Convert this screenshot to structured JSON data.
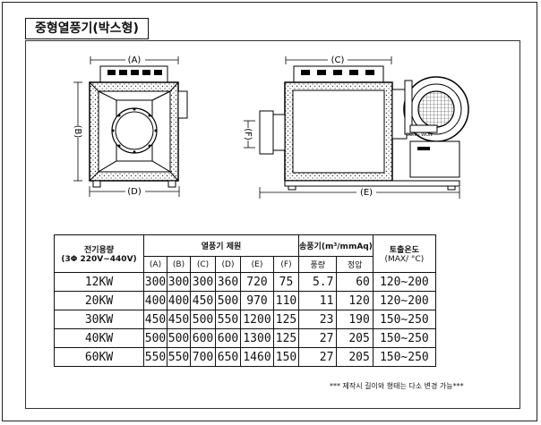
{
  "title": "중형열풍기(박스형)",
  "diagram": {
    "labels": {
      "a": "(A)",
      "b": "(B)",
      "c": "(C)",
      "d": "(D)",
      "e": "(E)",
      "f": "(F)"
    },
    "motor_label": "DONG WON"
  },
  "table": {
    "power_header": "전기용량",
    "power_sub": "(3Φ 220V~440V)",
    "dims_header": "열풍기 제원",
    "blower_header": "송풍기(m³/mmAq)",
    "temp_header": "토출온도",
    "temp_sub": "(MAX/ °C)",
    "dim_cols": [
      "(A)",
      "(B)",
      "(C)",
      "(D)",
      "(E)",
      "(F)"
    ],
    "blower_cols": [
      "풍량",
      "정압"
    ],
    "rows": [
      {
        "power": "12KW",
        "a": "300",
        "b": "300",
        "c": "300",
        "d": "360",
        "e": "720",
        "f": "75",
        "flow": "5.7",
        "pressure": "60",
        "temp": "120~200"
      },
      {
        "power": "20KW",
        "a": "400",
        "b": "400",
        "c": "450",
        "d": "500",
        "e": "970",
        "f": "110",
        "flow": "11",
        "pressure": "120",
        "temp": "120~200"
      },
      {
        "power": "30KW",
        "a": "450",
        "b": "450",
        "c": "500",
        "d": "550",
        "e": "1200",
        "f": "125",
        "flow": "23",
        "pressure": "190",
        "temp": "150~250"
      },
      {
        "power": "40KW",
        "a": "500",
        "b": "500",
        "c": "600",
        "d": "600",
        "e": "1300",
        "f": "125",
        "flow": "27",
        "pressure": "205",
        "temp": "150~250"
      },
      {
        "power": "60KW",
        "a": "550",
        "b": "550",
        "c": "700",
        "d": "650",
        "e": "1460",
        "f": "150",
        "flow": "27",
        "pressure": "205",
        "temp": "150~250"
      }
    ]
  },
  "note": "*** 제작시 길이와 형태는 다소 변경 가능***"
}
